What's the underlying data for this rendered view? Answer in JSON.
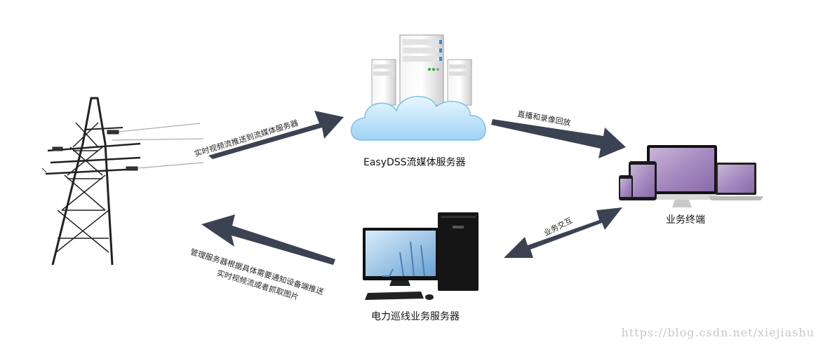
{
  "nodes": {
    "streaming_server": "EasyDSS流媒体服务器",
    "business_server": "电力巡线业务服务器",
    "terminals": "业务终端"
  },
  "arrows": {
    "tower_to_streaming": "实时视频流推送到流媒体服务器",
    "streaming_to_terminals": "直播和录像回放",
    "terminals_business": "业务交互",
    "business_to_tower_line1": "管理服务器根据具体需要通知设备端推送",
    "business_to_tower_line2": "实时视频流或者抓取图片"
  },
  "watermark": "https://blog.csdn.net/xiejiashu"
}
